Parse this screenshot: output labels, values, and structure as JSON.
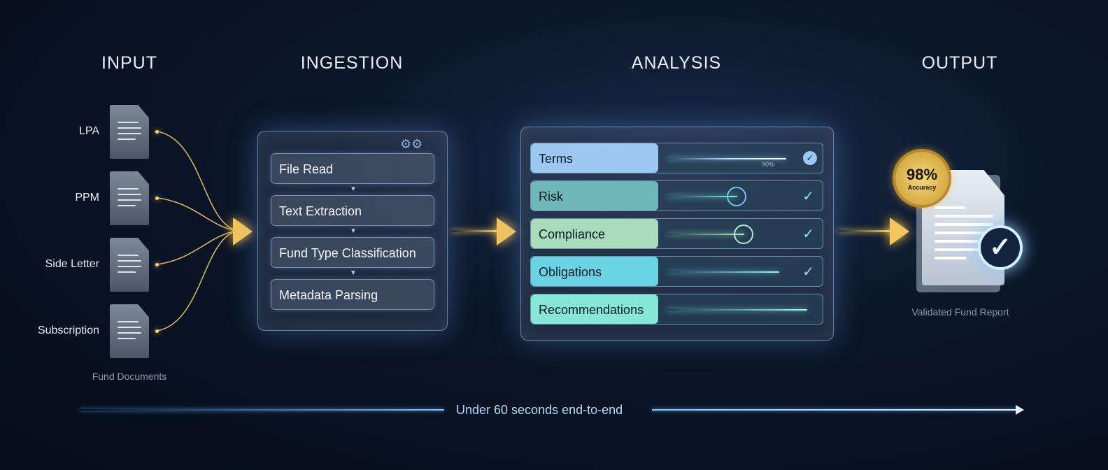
{
  "headings": {
    "input": "INPUT",
    "ingestion": "INGESTION",
    "analysis": "ANALYSIS",
    "output": "OUTPUT"
  },
  "input": {
    "documents": [
      {
        "label": "LPA",
        "icon": "document-icon"
      },
      {
        "label": "PPM",
        "icon": "document-icon"
      },
      {
        "label": "Side Letter",
        "icon": "document-icon"
      },
      {
        "label": "Subscription",
        "icon": "document-icon"
      }
    ],
    "caption": "Fund Documents"
  },
  "ingestion": {
    "steps": [
      "File Read",
      "Text Extraction",
      "Fund Type Classification",
      "Metadata Parsing"
    ]
  },
  "analysis": {
    "rows": [
      {
        "label": "Terms",
        "color": "#9cc8f2",
        "readout": "90%",
        "status": "check-circle-icon"
      },
      {
        "label": "Risk",
        "color": "#6fb7b9",
        "status": "check-icon"
      },
      {
        "label": "Compliance",
        "color": "#a9dcbd",
        "status": "check-icon"
      },
      {
        "label": "Obligations",
        "color": "#69d3e3",
        "status": "check-icon"
      },
      {
        "label": "Recommendations",
        "color": "#86e6d8"
      }
    ]
  },
  "output": {
    "badge_value": "98%",
    "badge_label": "Accuracy",
    "caption": "Validated Fund Report"
  },
  "timeline": {
    "label": "Under 60 seconds end-to-end"
  },
  "colors": {
    "flow_arrow": "#f3c55a",
    "timeline": "#7fc4ff",
    "background": "#0b1628"
  }
}
